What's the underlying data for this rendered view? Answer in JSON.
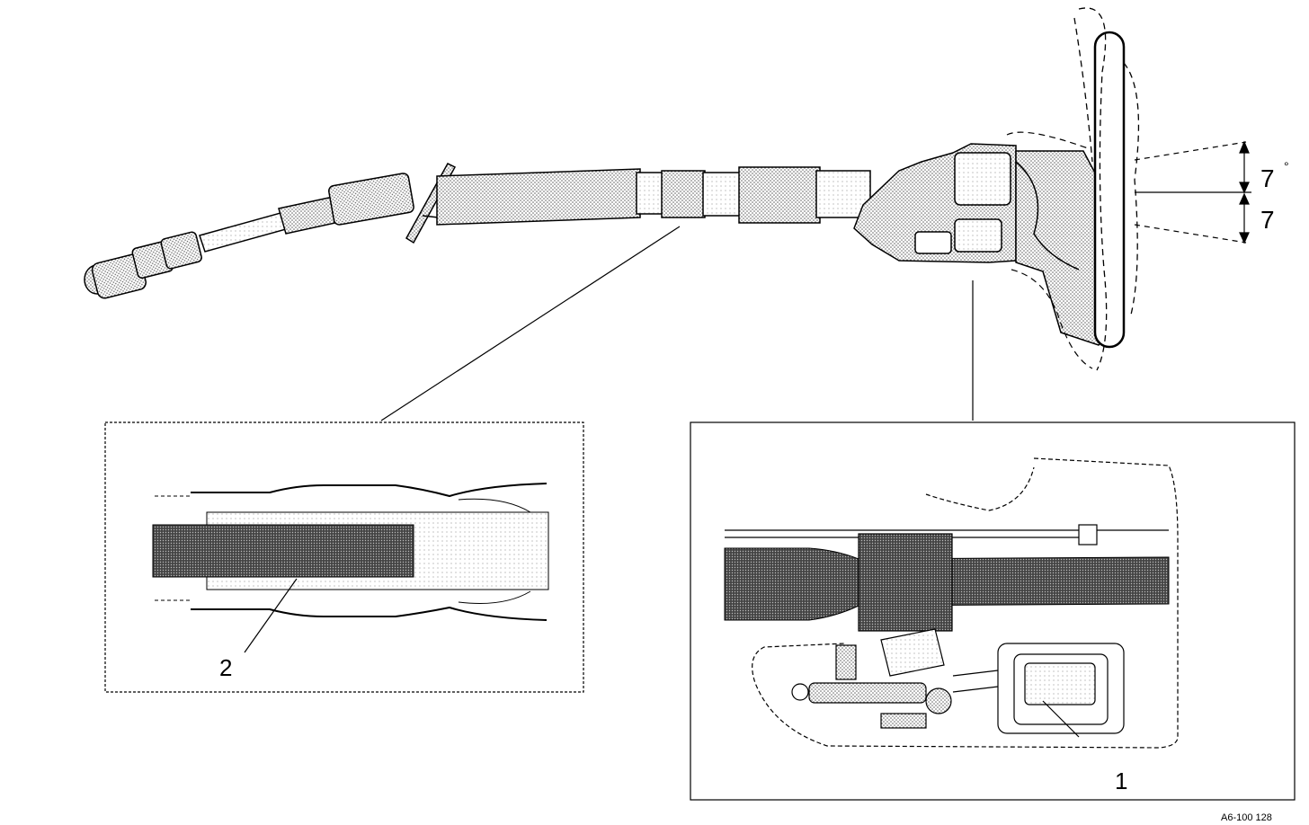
{
  "diagram": {
    "labels": {
      "callout_1": "1",
      "callout_2": "2",
      "angle_up": "7",
      "angle_down": "7",
      "degree_mark": "°"
    },
    "figure_code": "A6-100 128"
  },
  "colors": {
    "line": "#000000",
    "hatch": "#555555",
    "light_fill": "#d9d9d9",
    "background": "#ffffff"
  }
}
